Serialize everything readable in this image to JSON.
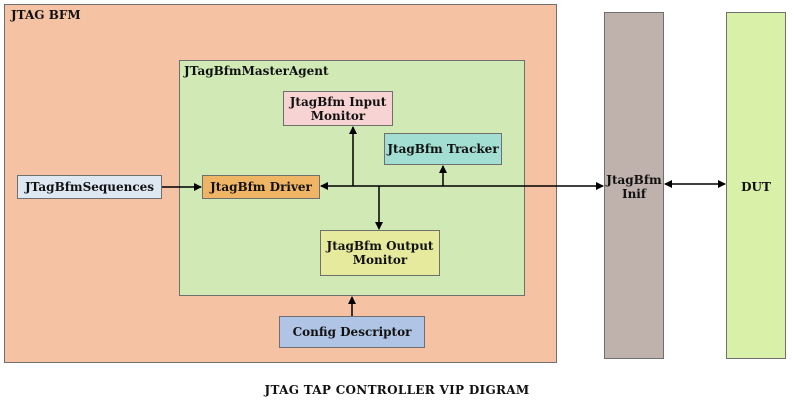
{
  "outer_block": {
    "title": "JTAG BFM"
  },
  "agent": {
    "title": "JTagBfmMasterAgent"
  },
  "input_monitor": {
    "label": "JtagBfm Input\nMonitor"
  },
  "tracker": {
    "label": "JtagBfm Tracker"
  },
  "driver": {
    "label": "JtagBfm Driver"
  },
  "sequences": {
    "label": "JTagBfmSequences"
  },
  "output_monitor": {
    "label": "JtagBfm Output\nMonitor"
  },
  "config": {
    "label": "Config Descriptor"
  },
  "interface": {
    "label": "JtagBfm\nInif"
  },
  "dut": {
    "label": "DUT"
  },
  "caption": "JTAG TAP CONTROLLER VIP DIGRAM",
  "colors": {
    "bfm_fill": "#f5c2a3",
    "agent_fill": "#d1eab5",
    "input_monitor_fill": "#f7d3d3",
    "tracker_fill": "#a3ded2",
    "driver_fill": "#f0b564",
    "sequences_fill": "#dde8f3",
    "output_monitor_fill": "#e5ea9d",
    "config_fill": "#b0c4e5",
    "interface_fill": "#bfb2ad",
    "dut_fill": "#d8f0a8"
  }
}
